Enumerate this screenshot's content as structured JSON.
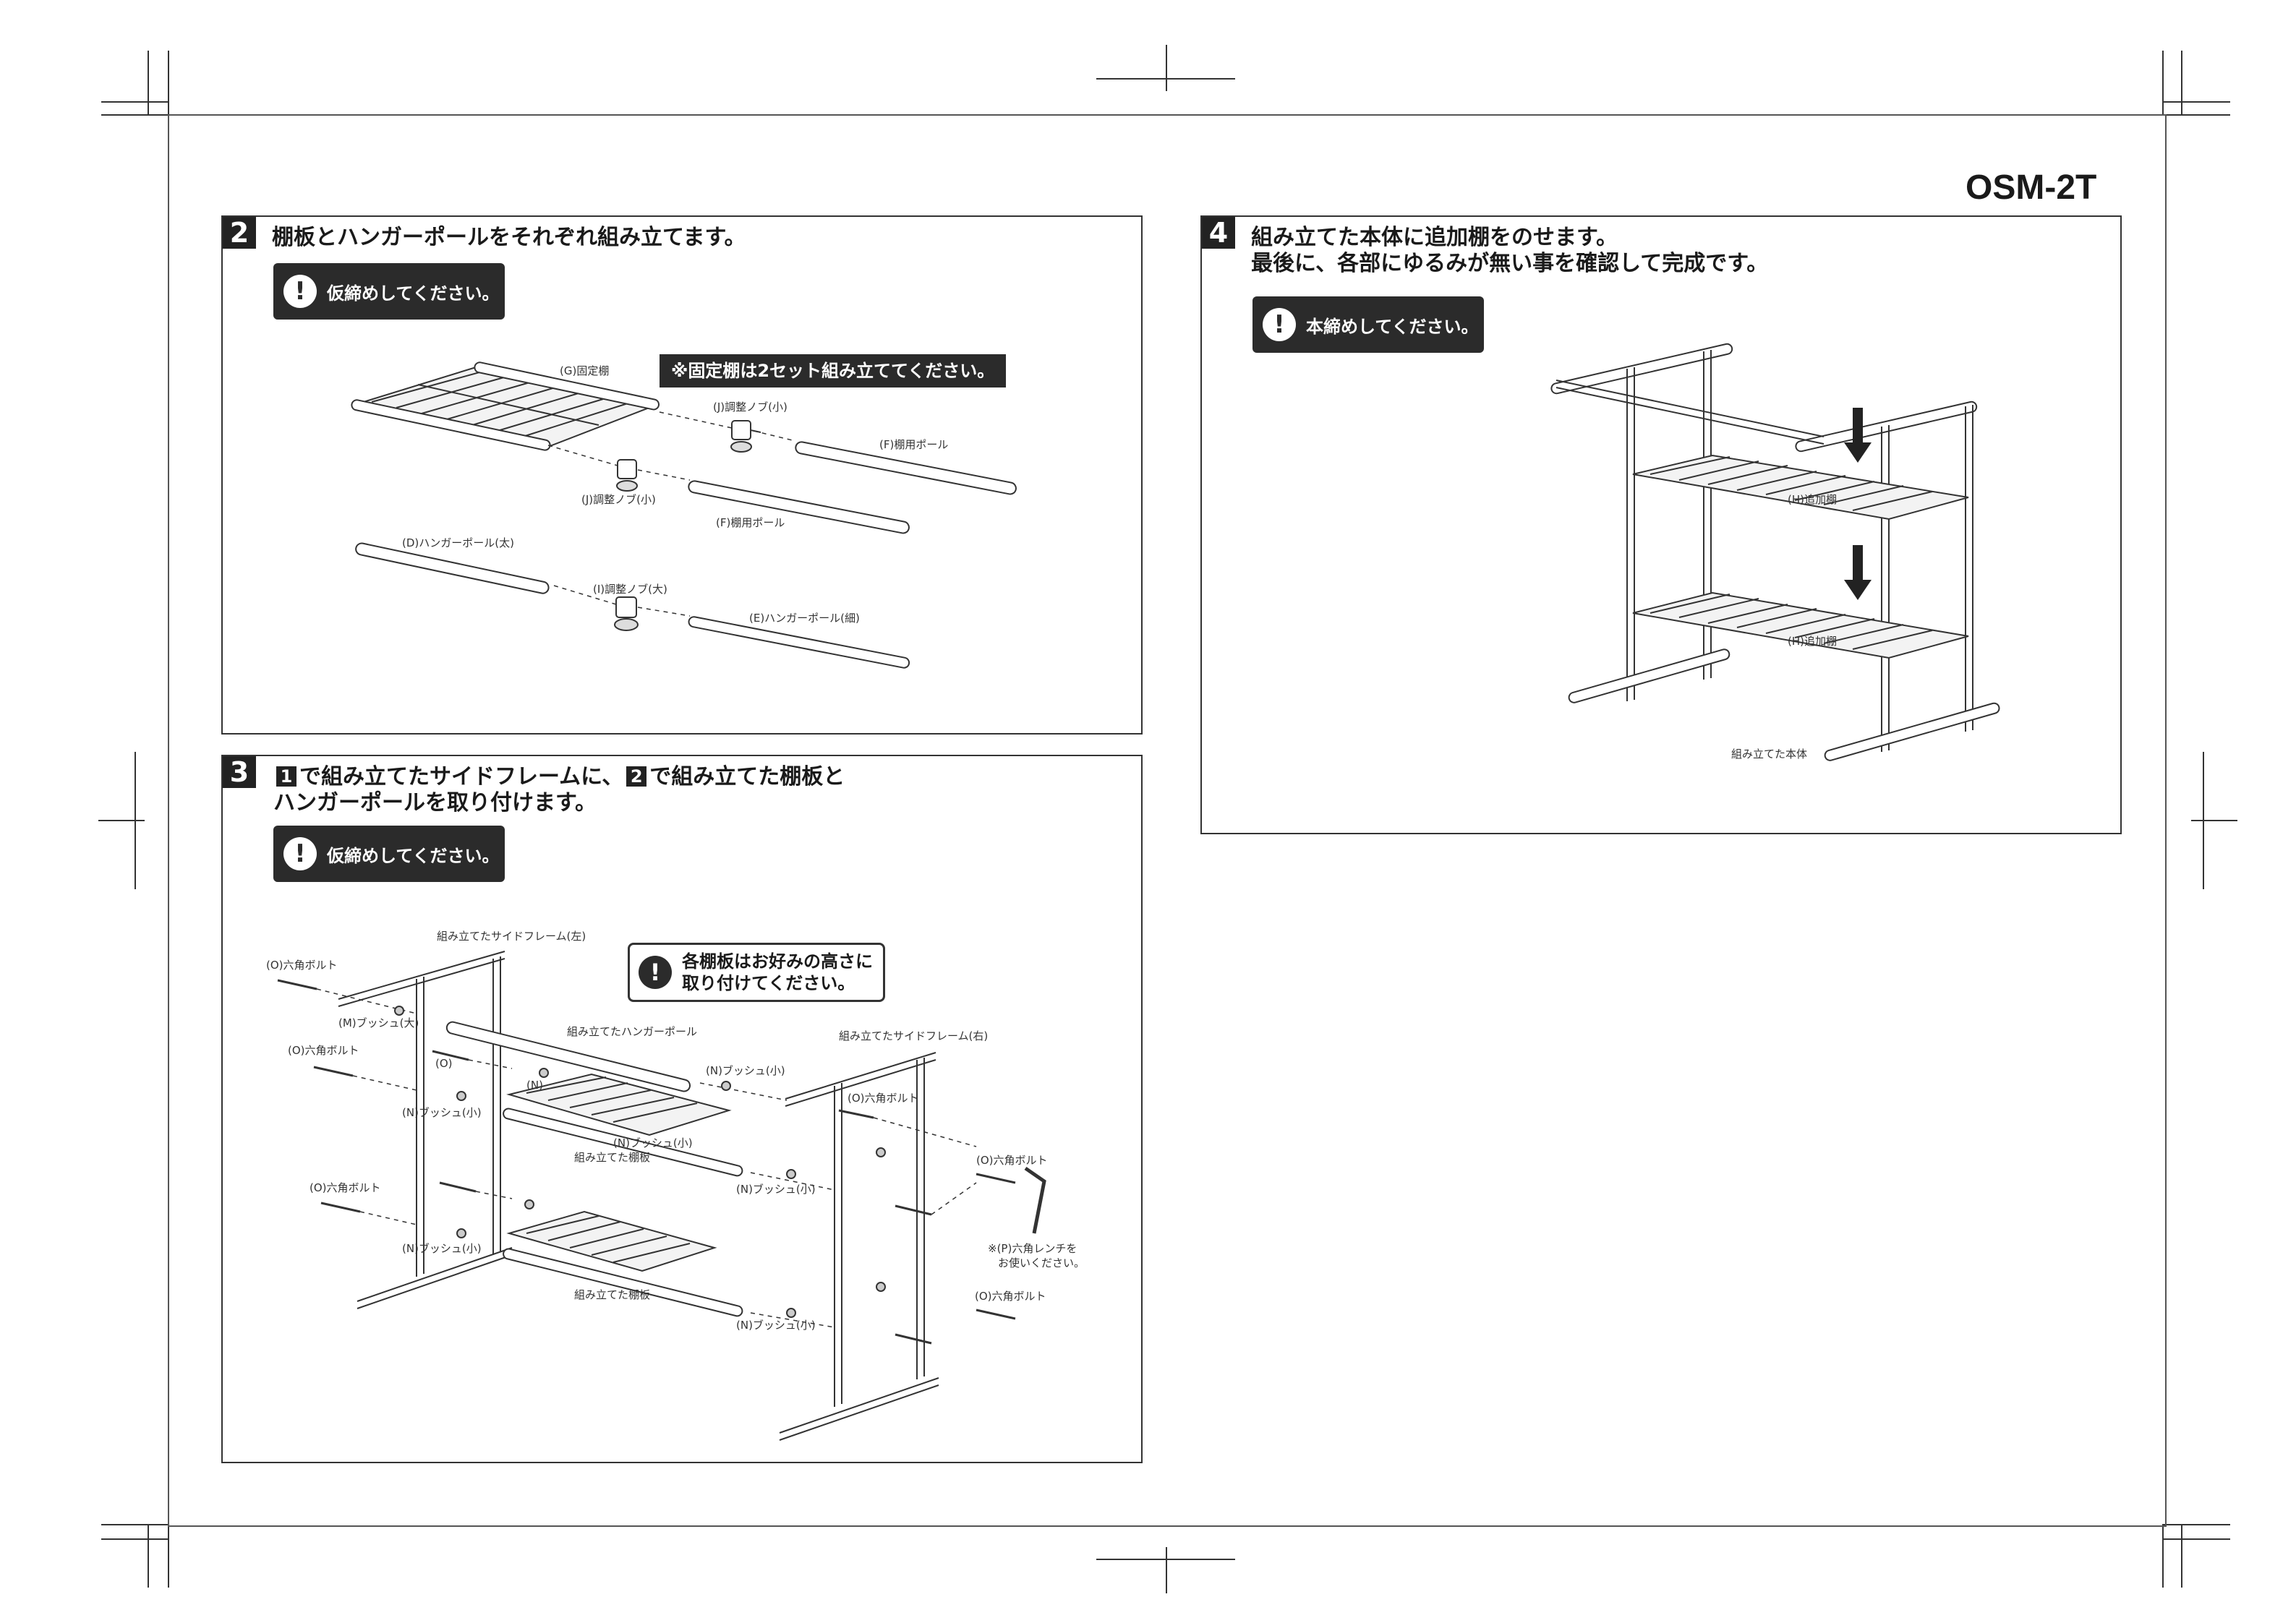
{
  "model": "OSM-2T",
  "step2": {
    "num": "2",
    "title": "棚板とハンガーポールをそれぞれ組み立てます。",
    "badge": "仮締めしてください。",
    "note": "※固定棚は2セット組み立ててください。",
    "labels": {
      "g": "(G)固定棚",
      "j1": "(J)調整ノブ(小)",
      "f1": "(F)棚用ポール",
      "j2": "(J)調整ノブ(小)",
      "f2": "(F)棚用ポール",
      "d": "(D)ハンガーポール(太)",
      "i": "(I)調整ノブ(大)",
      "e": "(E)ハンガーポール(細)"
    }
  },
  "step3": {
    "num": "3",
    "ref1": "1",
    "ref2": "2",
    "title_a": "で組み立てたサイドフレームに、",
    "title_b": "で組み立てた棚板と",
    "title_line2": "ハンガーポールを取り付けます。",
    "badge": "仮締めしてください。",
    "warn_line1": "各棚板はお好みの高さに",
    "warn_line2": "取り付けてください。",
    "labels": {
      "frame_left": "組み立てたサイドフレーム(左)",
      "frame_right": "組み立てたサイドフレーム(右)",
      "hanger": "組み立てたハンガーポール",
      "shelf1": "組み立てた棚板",
      "shelf2": "組み立てた棚板",
      "bolt1": "(O)六角ボルト",
      "bolt2": "(O)六角ボルト",
      "bolt3": "(O)六角ボルト",
      "bolt4": "(O)六角ボルト",
      "bolt5": "(O)六角ボルト",
      "bolt6": "(O)六角ボルト",
      "m": "(M)ブッシュ(大)",
      "n1": "(N)ブッシュ(小)",
      "n2": "(N)ブッシュ(小)",
      "n3": "(N)ブッシュ(小)",
      "n4": "(N)ブッシュ(小)",
      "n5": "(N)ブッシュ(小)",
      "n6": "(N)ブッシュ(小)",
      "o": "(O)",
      "n": "(N)",
      "wrench1": "※(P)六角レンチを",
      "wrench2": "お使いください。"
    }
  },
  "step4": {
    "num": "4",
    "title_line1": "組み立てた本体に追加棚をのせます。",
    "title_line2": "最後に、各部にゆるみが無い事を確認して完成です。",
    "badge": "本締めしてください。",
    "labels": {
      "h1": "(H)追加棚",
      "h2": "(H)追加棚",
      "body": "組み立てた本体"
    }
  }
}
